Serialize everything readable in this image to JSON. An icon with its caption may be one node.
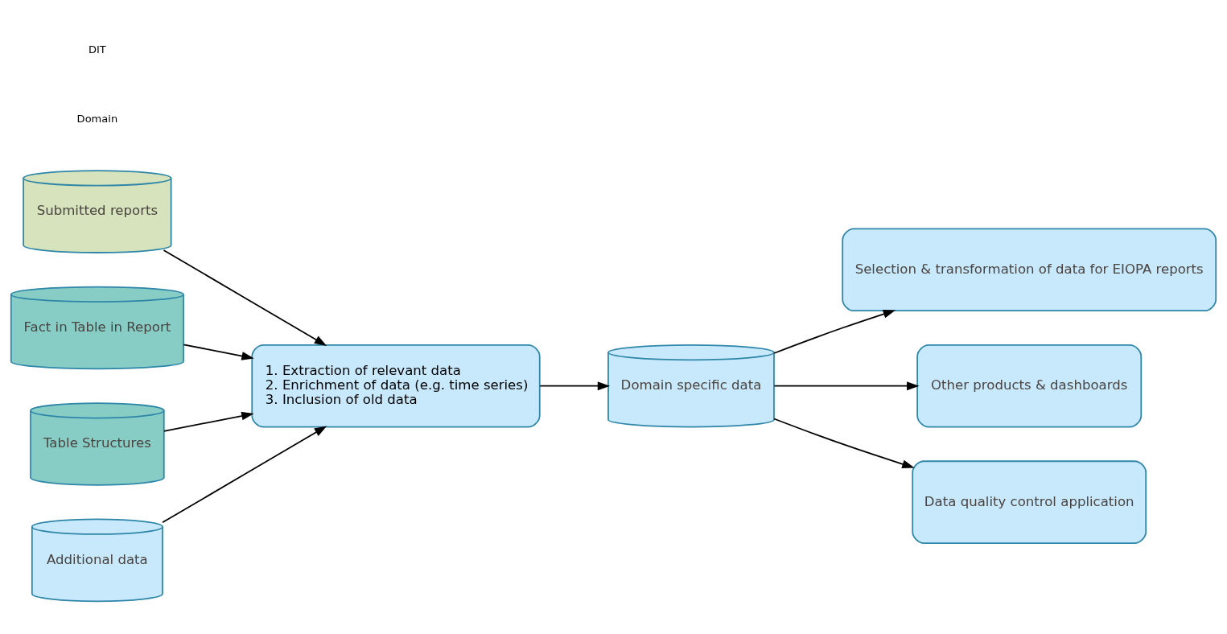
{
  "diagram": {
    "nodes": [
      {
        "text": [
          "Submitted reports"
        ]
      },
      {
        "text": [
          "Fact in Table in Report"
        ]
      },
      {
        "text": [
          "Table Structures"
        ]
      },
      {
        "text": [
          "1. Extraction of relevant data",
          "2. Enrichment of data (e.g. time series)",
          "3. Inclusion of old data"
        ]
      },
      {
        "text": [
          "Additional data"
        ]
      },
      {
        "text": [
          "Domain specific data"
        ]
      },
      {
        "text": [
          "Selection & transformation of data for EIOPA reports"
        ]
      },
      {
        "text": [
          "Other products & dashboards"
        ]
      },
      {
        "text": [
          "Data quality control application"
        ]
      }
    ],
    "edges": [
      {
        "from": 0,
        "to": 3,
        "arrow": "to"
      },
      {
        "from": 1,
        "to": 3,
        "arrow": "to"
      },
      {
        "from": 2,
        "to": 3,
        "arrow": "to"
      },
      {
        "from": 4,
        "to": 3,
        "arrow": "to"
      },
      {
        "from": 3,
        "to": 5,
        "arrow": "to"
      },
      {
        "from": 5,
        "to": 6,
        "arrow": "to"
      },
      {
        "from": 5,
        "to": 7,
        "arrow": "to"
      },
      {
        "from": 5,
        "to": 8,
        "arrow": "to"
      }
    ],
    "labels": [
      "DIT",
      "Domain"
    ]
  }
}
